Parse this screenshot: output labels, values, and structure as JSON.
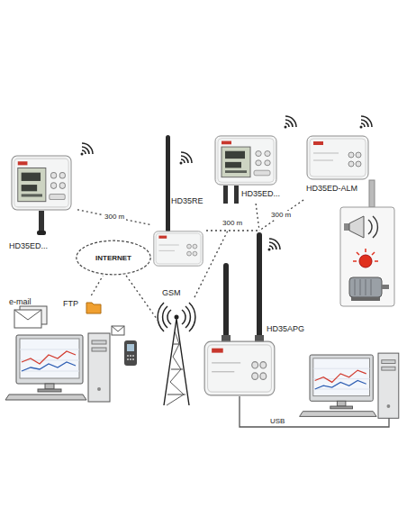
{
  "diagram": {
    "nodes": [
      {
        "text": [
          "HD35ED..."
        ]
      },
      {
        "text": [
          "HD35RE"
        ]
      },
      {
        "text": [
          "HD35ED..."
        ]
      },
      {
        "text": [
          "HD35ED-ALM"
        ]
      },
      {
        "text": [
          "INTERNET"
        ]
      },
      {
        "text": [
          "GSM"
        ]
      },
      {
        "text": [
          "HD35APG"
        ]
      },
      {
        "text": [
          "e-mail",
          "FTP"
        ]
      }
    ],
    "edges": [
      {
        "from": 0,
        "to": 1,
        "label": "300 m",
        "arrow": "none"
      },
      {
        "from": 1,
        "to": 6,
        "label": "300 m",
        "arrow": "none"
      },
      {
        "from": 2,
        "to": 6,
        "arrow": "none"
      },
      {
        "from": 3,
        "to": 6,
        "label": "300 m",
        "arrow": "none"
      },
      {
        "from": 4,
        "to": 5,
        "arrow": "none"
      },
      {
        "from": 5,
        "to": 6,
        "arrow": "none"
      },
      {
        "from": 7,
        "to": 4,
        "arrow": "none"
      }
    ],
    "labels": [
      "USB"
    ]
  }
}
